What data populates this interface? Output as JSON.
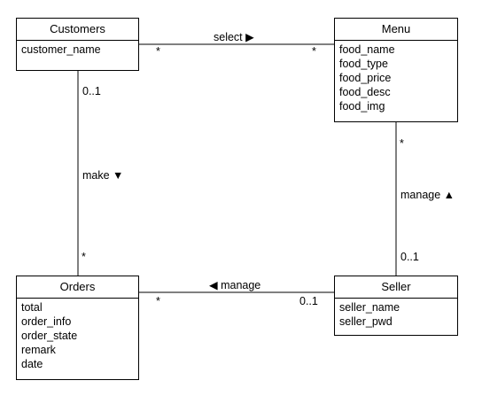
{
  "classes": {
    "customers": {
      "name": "Customers",
      "attributes": [
        "customer_name"
      ]
    },
    "menu": {
      "name": "Menu",
      "attributes": [
        "food_name",
        "food_type",
        "food_price",
        "food_desc",
        "food_img"
      ]
    },
    "orders": {
      "name": "Orders",
      "attributes": [
        "total",
        "order_info",
        "order_state",
        "remark",
        "date"
      ]
    },
    "seller": {
      "name": "Seller",
      "attributes": [
        "seller_name",
        "seller_pwd"
      ]
    }
  },
  "associations": {
    "select": {
      "label": "select ▶",
      "left_mult": "*",
      "right_mult": "*"
    },
    "make": {
      "label": "make ▼",
      "top_mult": "0..1",
      "bottom_mult": "*"
    },
    "manage_menu": {
      "label": "manage ▲",
      "top_mult": "*",
      "bottom_mult": "0..1"
    },
    "manage_orders": {
      "label": "◀ manage",
      "left_mult": "*",
      "right_mult": "0..1"
    }
  }
}
